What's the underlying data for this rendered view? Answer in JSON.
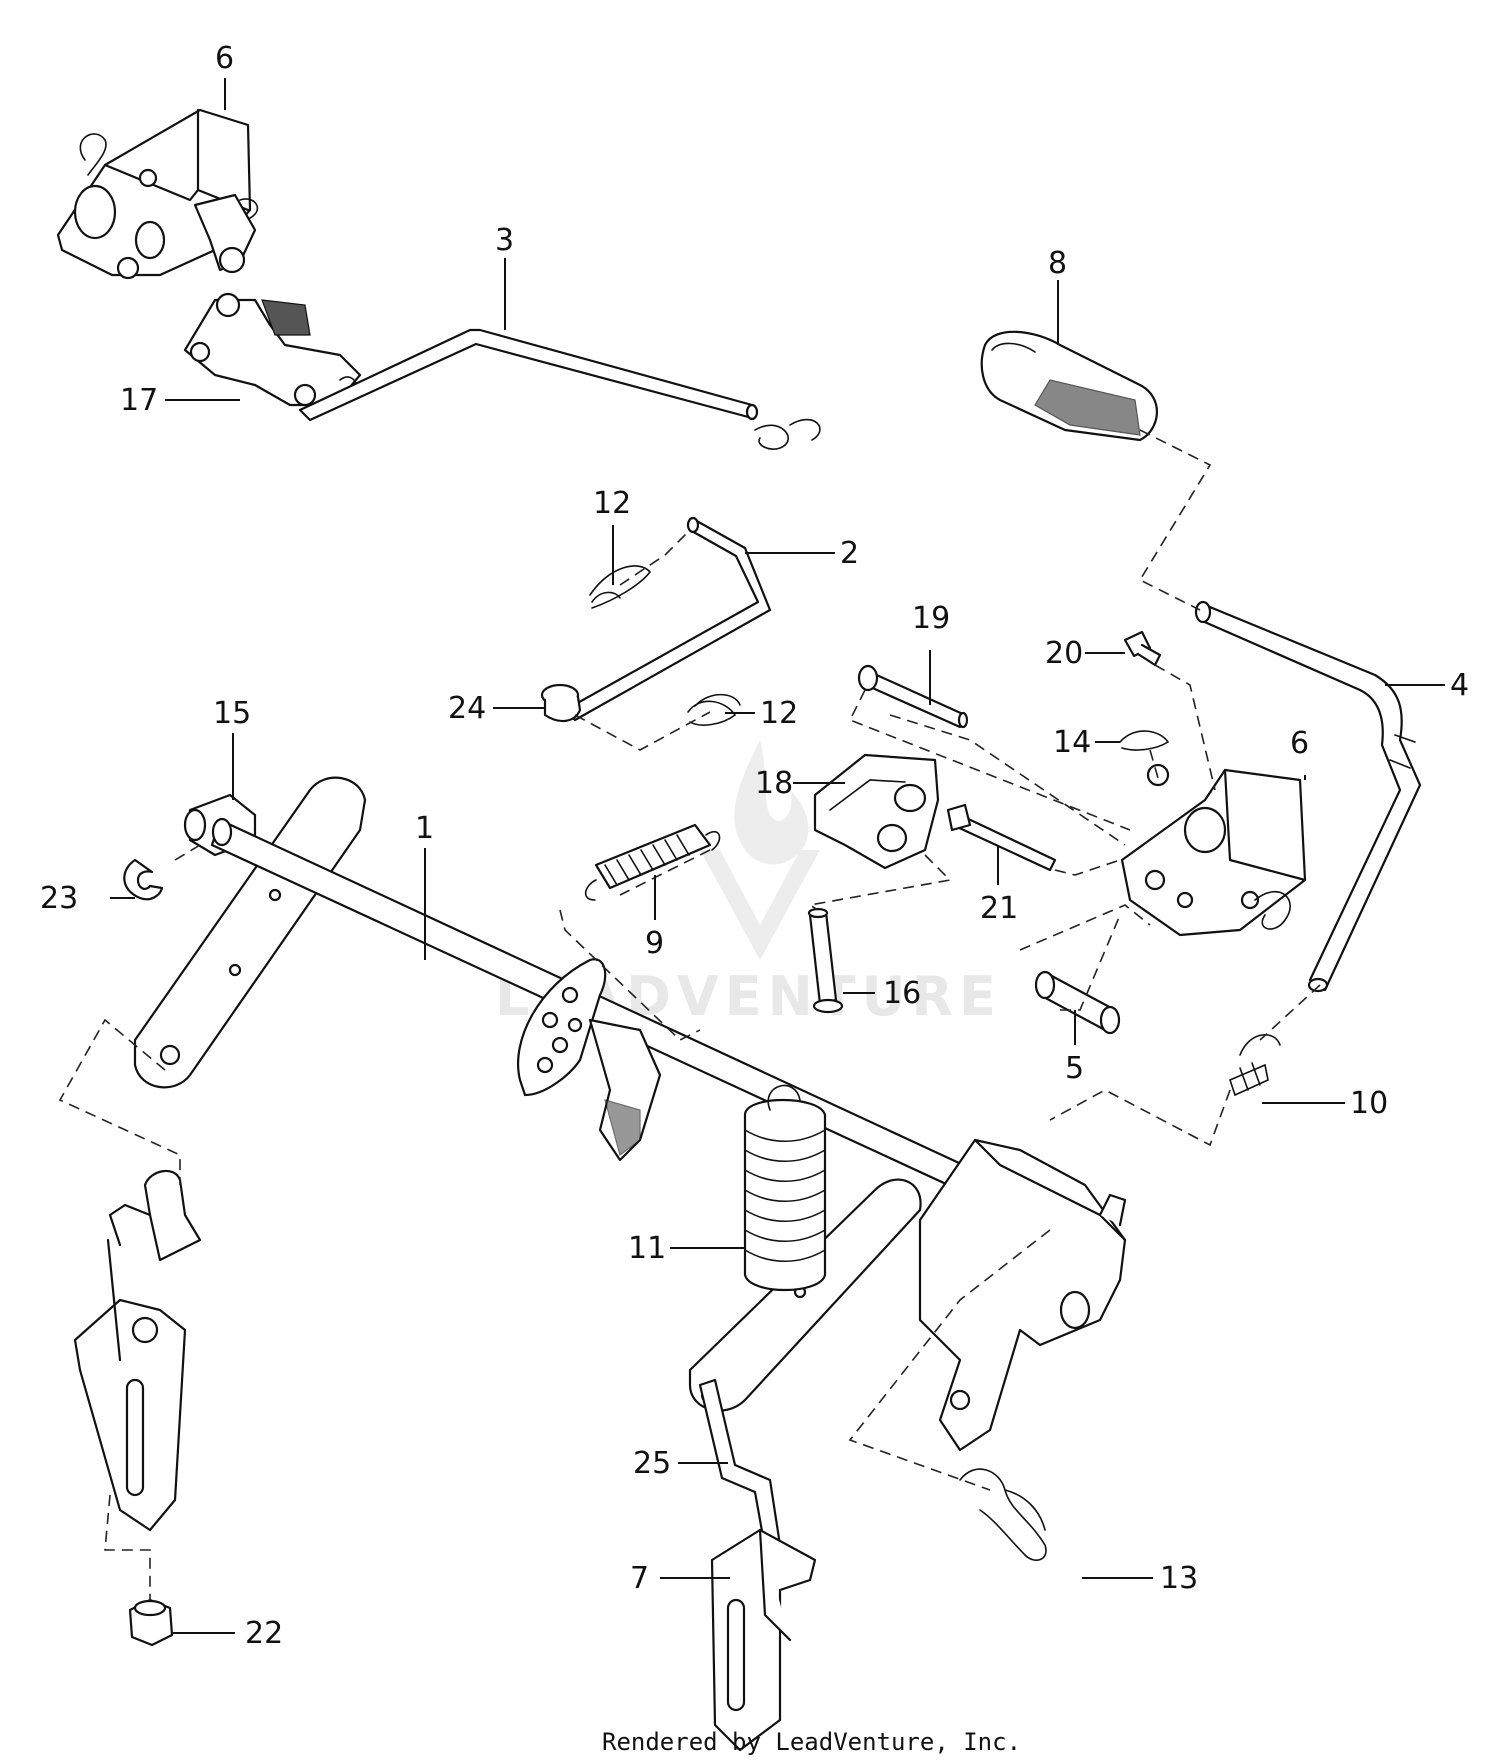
{
  "footer": {
    "credit": "Rendered by LeadVenture, Inc."
  },
  "watermark": {
    "text": "LEADVENTURE"
  },
  "callouts": [
    {
      "id": "c6a",
      "label": "6"
    },
    {
      "id": "c3",
      "label": "3"
    },
    {
      "id": "c8",
      "label": "8"
    },
    {
      "id": "c17",
      "label": "17"
    },
    {
      "id": "c12a",
      "label": "12"
    },
    {
      "id": "c2",
      "label": "2"
    },
    {
      "id": "c19",
      "label": "19"
    },
    {
      "id": "c20",
      "label": "20"
    },
    {
      "id": "c4",
      "label": "4"
    },
    {
      "id": "c24",
      "label": "24"
    },
    {
      "id": "c12b",
      "label": "12"
    },
    {
      "id": "c15",
      "label": "15"
    },
    {
      "id": "c14",
      "label": "14"
    },
    {
      "id": "c6b",
      "label": "6"
    },
    {
      "id": "c18",
      "label": "18"
    },
    {
      "id": "c1",
      "label": "1"
    },
    {
      "id": "c23",
      "label": "23"
    },
    {
      "id": "c21",
      "label": "21"
    },
    {
      "id": "c9",
      "label": "9"
    },
    {
      "id": "c16",
      "label": "16"
    },
    {
      "id": "c5",
      "label": "5"
    },
    {
      "id": "c10",
      "label": "10"
    },
    {
      "id": "c11",
      "label": "11"
    },
    {
      "id": "c25",
      "label": "25"
    },
    {
      "id": "c7",
      "label": "7"
    },
    {
      "id": "c13",
      "label": "13"
    },
    {
      "id": "c22",
      "label": "22"
    }
  ]
}
